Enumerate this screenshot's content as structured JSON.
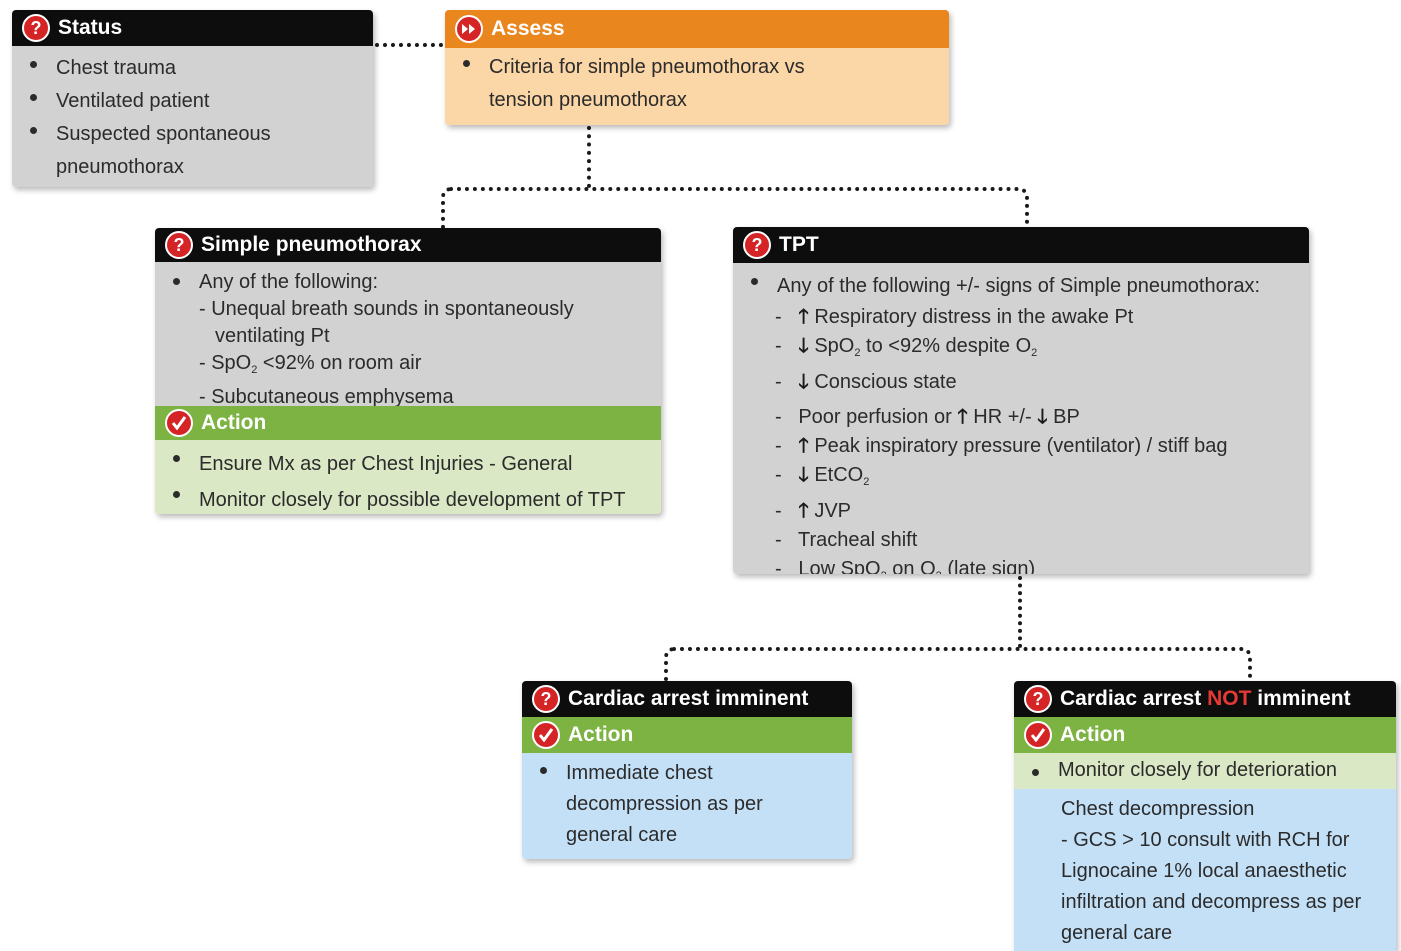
{
  "status": {
    "title": "Status",
    "items": [
      "Chest trauma",
      "Ventilated patient",
      "Suspected spontaneous",
      "pneumothorax"
    ]
  },
  "assess": {
    "title": "Assess",
    "lines": [
      "Criteria for simple pneumothorax vs",
      "tension pneumothorax"
    ]
  },
  "simple": {
    "title": "Simple pneumothorax",
    "intro": "Any of the following:",
    "c1a": "- Unequal breath sounds in spontaneously",
    "c1b": "ventilating Pt",
    "c2_pre": "- SpO",
    "c2_sub": "2",
    "c2_post": " <92% on room air",
    "c3": "- Subcutaneous emphysema",
    "action_title": "Action",
    "actions": [
      "Ensure Mx as per Chest Injuries - General",
      "Monitor closely for possible development of TPT"
    ]
  },
  "tpt": {
    "title": "TPT",
    "intro": "Any of the following +/- signs of Simple pneumothorax:",
    "s1": "Respiratory distress in the awake Pt",
    "s2_a": "SpO",
    "s2_sub": "2",
    "s2_b": " to <92% despite O",
    "s2_sub2": "2",
    "s3": "Conscious state",
    "s4_a": "Poor perfusion or",
    "s4_b": "HR +/-",
    "s4_c": "BP",
    "s5": "Peak inspiratory pressure (ventilator) / stiff bag",
    "s6_a": "EtCO",
    "s6_sub": "2",
    "s7": "JVP",
    "s8": "Tracheal shift",
    "s9_a": "Low SpO",
    "s9_sub": "2",
    "s9_b": " on O",
    "s9_sub2": "2",
    "s9_c": " (late sign)",
    "dash": "-"
  },
  "imminent": {
    "title": "Cardiac arrest imminent",
    "action_title": "Action",
    "lines": [
      "Immediate chest",
      "decompression as per",
      "general care"
    ]
  },
  "not_imminent": {
    "title_a": "Cardiac arrest",
    "title_not": "NOT",
    "title_b": "imminent",
    "action_title": "Action",
    "monitor": "Monitor closely for deterioration",
    "lines": [
      "Chest decompression",
      "- GCS > 10 consult with RCH for",
      "Lignocaine 1% local anaesthetic",
      "infiltration and decompress as per",
      "general care"
    ]
  },
  "colors": {
    "header_black": "#0d0d0d",
    "header_orange": "#e9861e",
    "header_green": "#7cb342",
    "icon_red": "#d42426",
    "gray_body": "#d2d2d2",
    "peach_body": "#fbd6a6",
    "light_green_body": "#dbe8c5",
    "blue_body": "#c4e0f7",
    "not_red": "#e53935"
  },
  "icons": {
    "question": "question-mark-icon",
    "assess": "fast-forward-icon",
    "action": "checkmark-icon",
    "up": "arrow-up-icon",
    "down": "arrow-down-icon"
  },
  "glyphs": {
    "question_mark": "?"
  }
}
